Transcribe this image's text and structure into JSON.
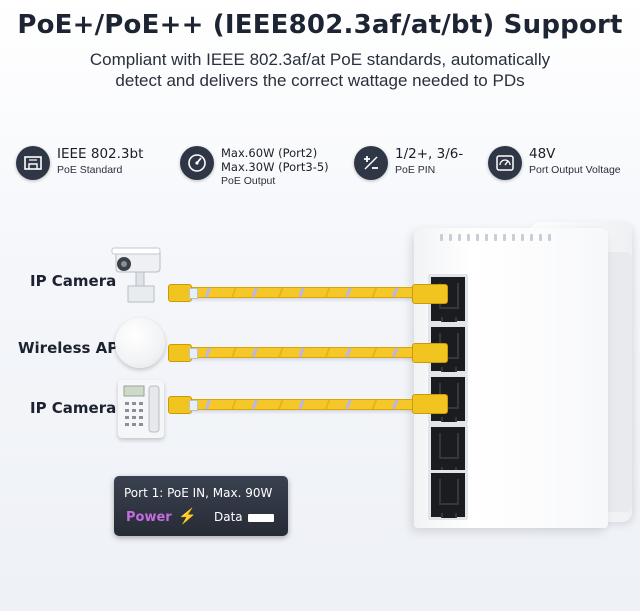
{
  "title": "PoE+/PoE++ (IEEE802.3af/at/bt) Support",
  "subtitle_line1": "Compliant with IEEE 802.3af/at PoE standards, automatically",
  "subtitle_line2": "detect and delivers the correct wattage needed to PDs",
  "features": [
    {
      "icon": "ethernet-port-icon",
      "main": "IEEE 802.3bt",
      "sub": "PoE Standard"
    },
    {
      "icon": "gauge-icon",
      "main1": "Max.60W (Port2)",
      "main2": "Max.30W (Port3-5)",
      "sub": "PoE Output"
    },
    {
      "icon": "plus-minus-icon",
      "main": "1/2+, 3/6-",
      "sub": "PoE PIN"
    },
    {
      "icon": "voltmeter-icon",
      "main": "48V",
      "sub": "Port Output Voltage"
    }
  ],
  "devices": [
    {
      "label": "IP Camera",
      "icon": "camera-icon"
    },
    {
      "label": "Wireless AP",
      "icon": "wireless-ap-icon"
    },
    {
      "label": "IP Camera",
      "icon": "phone-icon"
    }
  ],
  "info_box": {
    "title": "Port 1: PoE IN, Max. 90W",
    "power_label": "Power",
    "bolt": "⚡",
    "data_label": "Data"
  },
  "colors": {
    "cable": "#f5c728",
    "icon_bg": "#2f3747",
    "power_text": "#c46ce0",
    "title_text": "#1d2433"
  }
}
